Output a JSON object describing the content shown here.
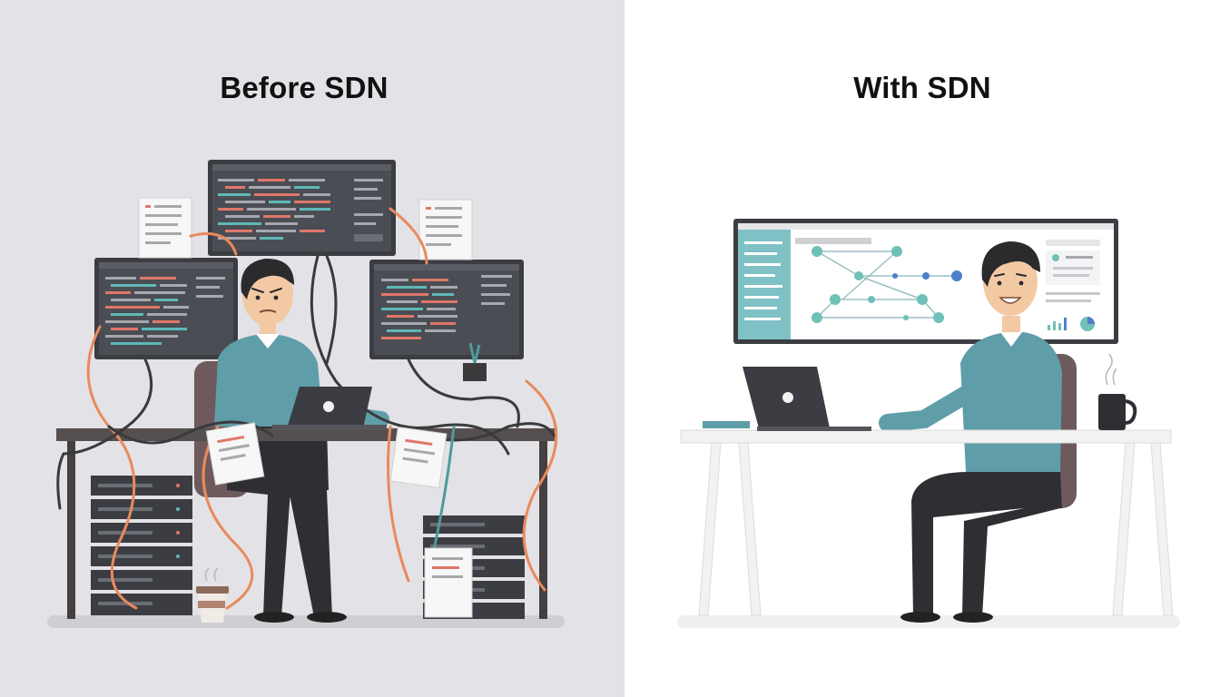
{
  "panels": {
    "before": {
      "title": "Before SDN"
    },
    "after": {
      "title": "With SDN"
    }
  },
  "colors": {
    "left_bg": "#e3e2e6",
    "right_bg": "#ffffff",
    "sweater": "#5f9ea8",
    "pants": "#2f2f33",
    "hair": "#2b2b2e",
    "skin": "#f3c9a4",
    "desk_left": "#55504f",
    "desk_right": "#f2f2f2",
    "cable_orange": "#e98a5d",
    "cable_dark": "#3a3a3d",
    "cable_teal": "#4e9b9a",
    "monitor_frame": "#3b3d42",
    "code_red": "#e0776a",
    "code_teal": "#5fb8b8",
    "code_grey": "#a6a8ad",
    "dashboard_sidebar": "#7fc1c4",
    "node_teal": "#6fc0b6",
    "node_blue": "#4f7fc9"
  },
  "icons": {
    "before_scene": "stressed-engineer-cable-mess",
    "after_scene": "calm-engineer-sdn-dashboard",
    "coffee": "coffee-cup-icon",
    "mug": "coffee-mug-icon",
    "laptop_logo": "laptop-logo-icon"
  }
}
